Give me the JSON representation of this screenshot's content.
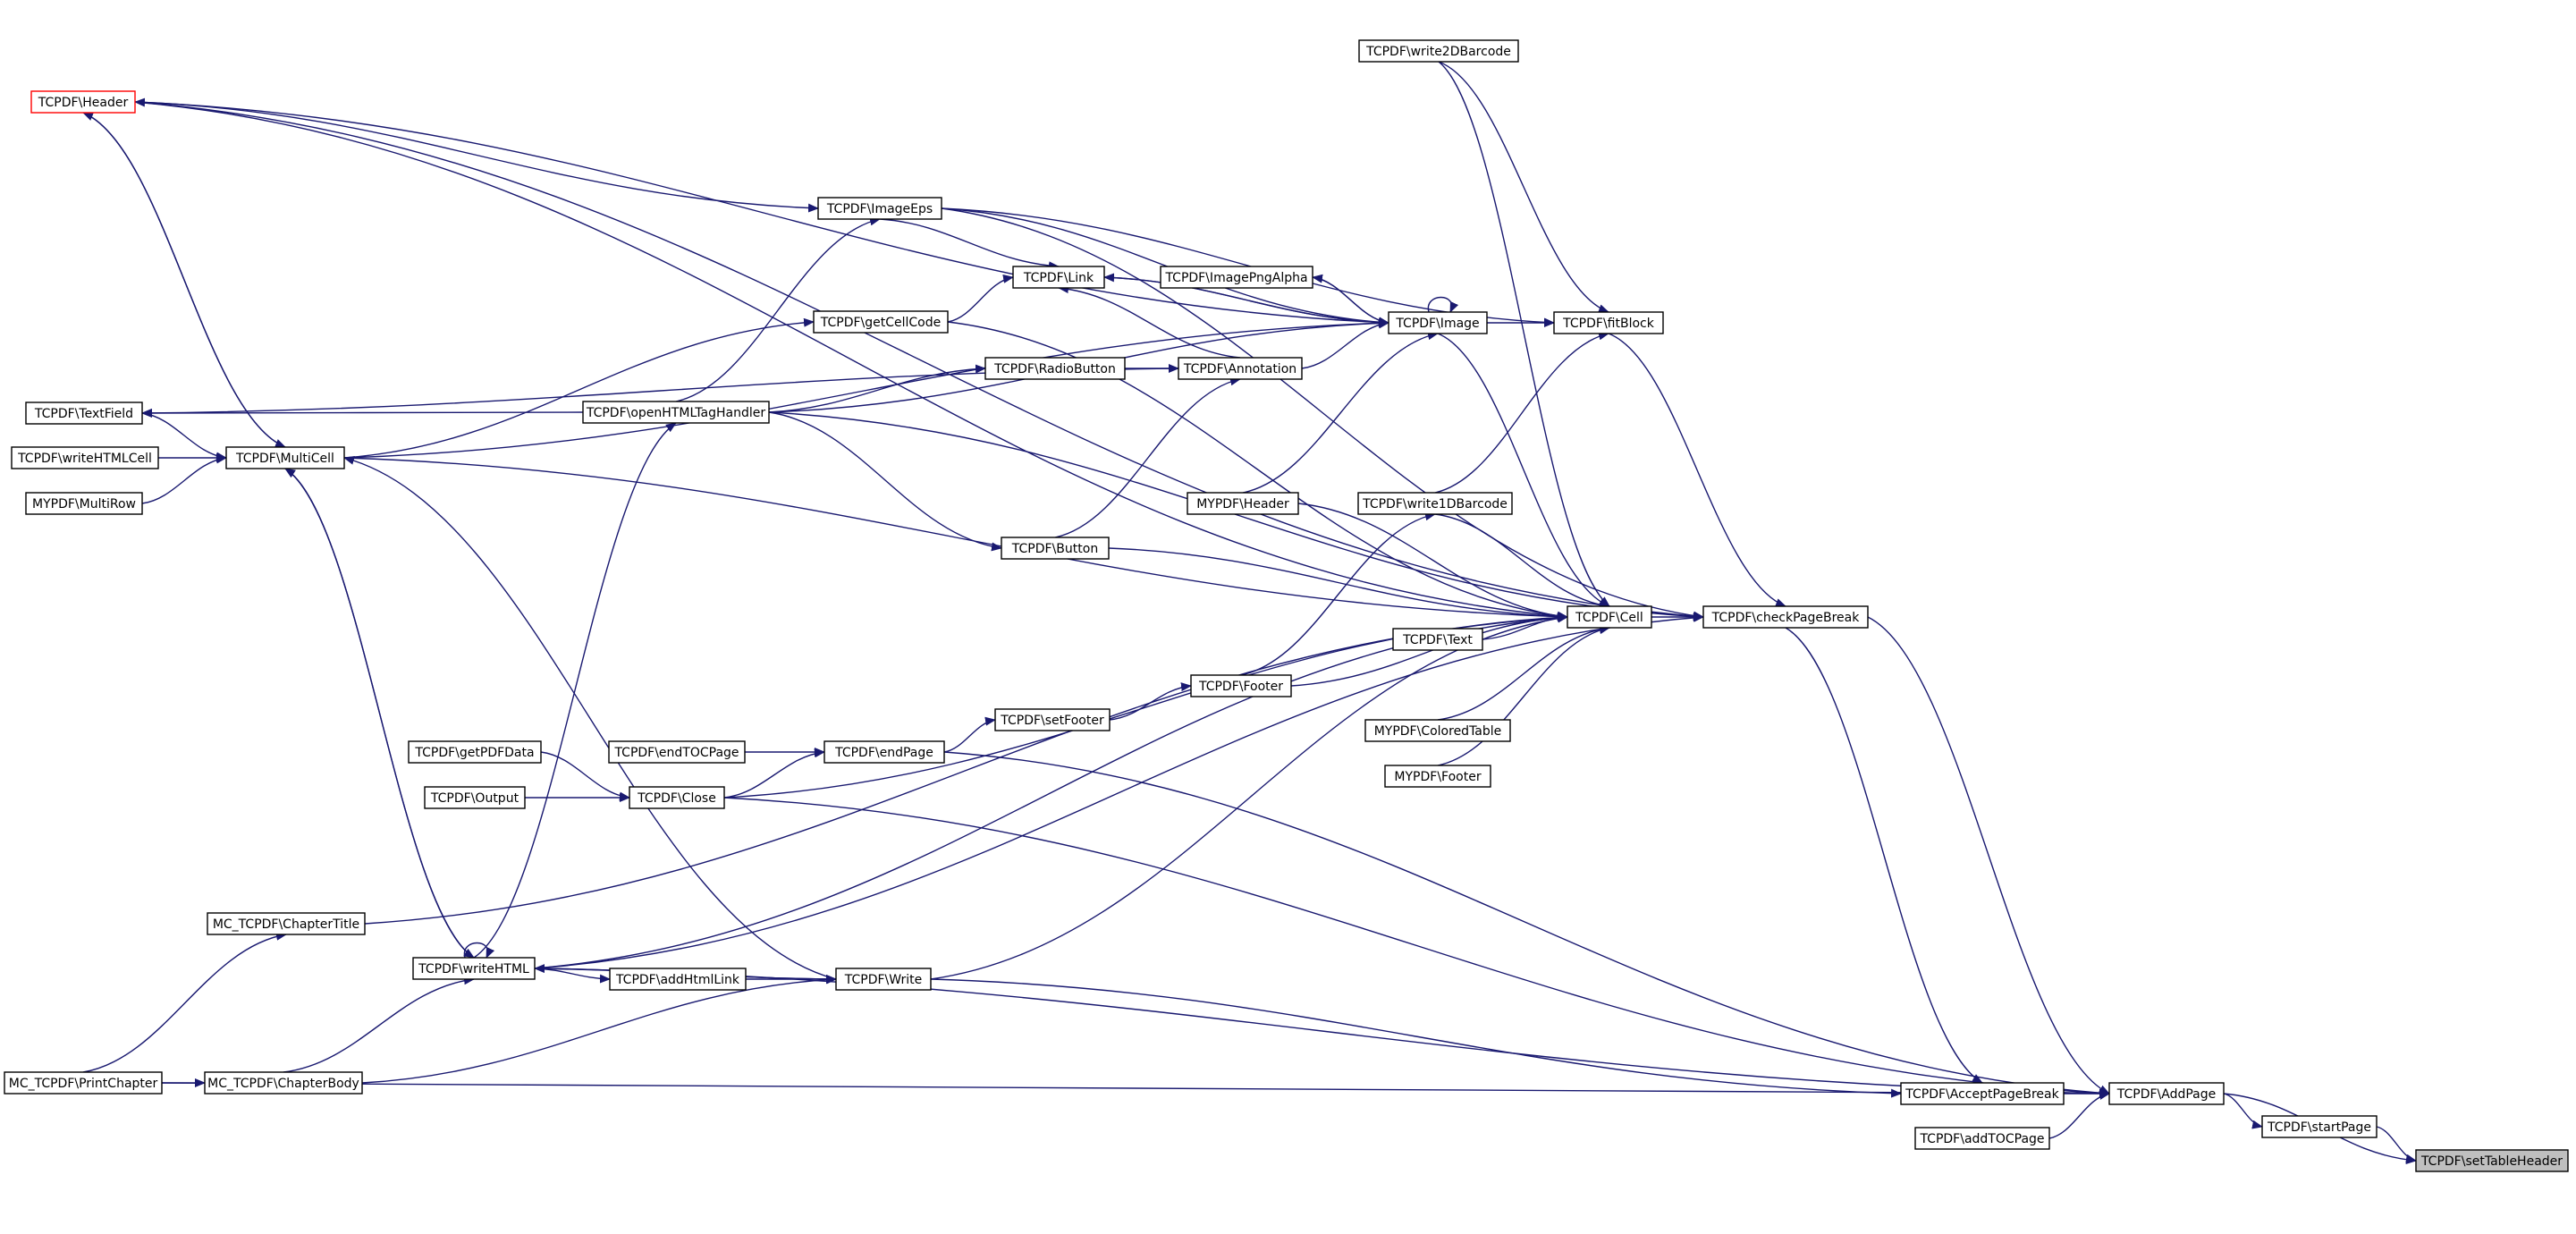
{
  "title": "",
  "colors": {
    "edge": "#191970",
    "node_border": "#000000",
    "highlight_border": "#ff0000",
    "root_fill": "#bfbfbf",
    "background": "#ffffff"
  },
  "nodes": [
    {
      "id": "header",
      "label": "TCPDF\\Header",
      "style": "red"
    },
    {
      "id": "write2d",
      "label": "TCPDF\\write2DBarcode"
    },
    {
      "id": "imageeps",
      "label": "TCPDF\\ImageEps"
    },
    {
      "id": "link",
      "label": "TCPDF\\Link"
    },
    {
      "id": "pngalpha",
      "label": "TCPDF\\ImagePngAlpha"
    },
    {
      "id": "image",
      "label": "TCPDF\\Image"
    },
    {
      "id": "fitblock",
      "label": "TCPDF\\fitBlock"
    },
    {
      "id": "getcellcode",
      "label": "TCPDF\\getCellCode"
    },
    {
      "id": "radio",
      "label": "TCPDF\\RadioButton"
    },
    {
      "id": "annotation",
      "label": "TCPDF\\Annotation"
    },
    {
      "id": "textfield",
      "label": "TCPDF\\TextField"
    },
    {
      "id": "openhtml",
      "label": "TCPDF\\openHTMLTagHandler"
    },
    {
      "id": "writehtmlcell",
      "label": "TCPDF\\writeHTMLCell"
    },
    {
      "id": "multicell",
      "label": "TCPDF\\MultiCell"
    },
    {
      "id": "multirow",
      "label": "MYPDF\\MultiRow"
    },
    {
      "id": "myheader",
      "label": "MYPDF\\Header"
    },
    {
      "id": "write1d",
      "label": "TCPDF\\write1DBarcode"
    },
    {
      "id": "button",
      "label": "TCPDF\\Button"
    },
    {
      "id": "cell",
      "label": "TCPDF\\Cell"
    },
    {
      "id": "checkpb",
      "label": "TCPDF\\checkPageBreak"
    },
    {
      "id": "text",
      "label": "TCPDF\\Text"
    },
    {
      "id": "footer",
      "label": "TCPDF\\Footer"
    },
    {
      "id": "setfooter",
      "label": "TCPDF\\setFooter"
    },
    {
      "id": "coloredtable",
      "label": "MYPDF\\ColoredTable"
    },
    {
      "id": "getpdfdata",
      "label": "TCPDF\\getPDFData"
    },
    {
      "id": "endtoc",
      "label": "TCPDF\\endTOCPage"
    },
    {
      "id": "endpage",
      "label": "TCPDF\\endPage"
    },
    {
      "id": "myfooter",
      "label": "MYPDF\\Footer"
    },
    {
      "id": "output",
      "label": "TCPDF\\Output"
    },
    {
      "id": "close",
      "label": "TCPDF\\Close"
    },
    {
      "id": "chaptertitle",
      "label": "MC_TCPDF\\ChapterTitle"
    },
    {
      "id": "writehtml",
      "label": "TCPDF\\writeHTML"
    },
    {
      "id": "addhtmllink",
      "label": "TCPDF\\addHtmlLink"
    },
    {
      "id": "write",
      "label": "TCPDF\\Write"
    },
    {
      "id": "printchapter",
      "label": "MC_TCPDF\\PrintChapter"
    },
    {
      "id": "chapterbody",
      "label": "MC_TCPDF\\ChapterBody"
    },
    {
      "id": "acceptpb",
      "label": "TCPDF\\AcceptPageBreak"
    },
    {
      "id": "addpage",
      "label": "TCPDF\\AddPage"
    },
    {
      "id": "addtoc",
      "label": "TCPDF\\addTOCPage"
    },
    {
      "id": "startpage",
      "label": "TCPDF\\startPage"
    },
    {
      "id": "settableheader",
      "label": "TCPDF\\setTableHeader",
      "style": "root"
    }
  ],
  "edges": [
    [
      "startpage",
      "settableheader"
    ],
    [
      "addpage",
      "startpage"
    ],
    [
      "addpage",
      "settableheader"
    ],
    [
      "acceptpb",
      "addpage"
    ],
    [
      "addtoc",
      "addpage"
    ],
    [
      "checkpb",
      "addpage"
    ],
    [
      "checkpb",
      "acceptpb"
    ],
    [
      "cell",
      "checkpb"
    ],
    [
      "openhtml",
      "checkpb"
    ],
    [
      "imageeps",
      "checkpb"
    ],
    [
      "header",
      "checkpb"
    ],
    [
      "fitblock",
      "checkpb"
    ],
    [
      "writehtml",
      "checkpb"
    ],
    [
      "close",
      "addpage"
    ],
    [
      "endpage",
      "addpage"
    ],
    [
      "writehtml",
      "addpage"
    ],
    [
      "printchapter",
      "addpage"
    ],
    [
      "write",
      "acceptpb"
    ],
    [
      "image",
      "fitblock"
    ],
    [
      "write2d",
      "fitblock"
    ],
    [
      "imageeps",
      "fitblock"
    ],
    [
      "write1d",
      "fitblock"
    ],
    [
      "image",
      "cell"
    ],
    [
      "image",
      "image"
    ],
    [
      "image",
      "pngalpha"
    ],
    [
      "image",
      "link"
    ],
    [
      "image",
      "header"
    ],
    [
      "write2d",
      "cell"
    ],
    [
      "header",
      "cell"
    ],
    [
      "myheader",
      "cell"
    ],
    [
      "write1d",
      "cell"
    ],
    [
      "button",
      "cell"
    ],
    [
      "text",
      "cell"
    ],
    [
      "footer",
      "cell"
    ],
    [
      "coloredtable",
      "cell"
    ],
    [
      "myfooter",
      "cell"
    ],
    [
      "close",
      "cell"
    ],
    [
      "chaptertitle",
      "cell"
    ],
    [
      "write",
      "cell"
    ],
    [
      "writehtml",
      "cell"
    ],
    [
      "getcellcode",
      "cell"
    ],
    [
      "multicell",
      "cell"
    ],
    [
      "imageeps",
      "image"
    ],
    [
      "annotation",
      "image"
    ],
    [
      "openhtml",
      "image"
    ],
    [
      "myheader",
      "image"
    ],
    [
      "multicell",
      "image"
    ],
    [
      "pngalpha",
      "image"
    ],
    [
      "link",
      "image"
    ],
    [
      "annotation",
      "link"
    ],
    [
      "annotation",
      "textfield"
    ],
    [
      "imageeps",
      "link"
    ],
    [
      "radio",
      "annotation"
    ],
    [
      "button",
      "annotation"
    ],
    [
      "getcellcode",
      "link"
    ],
    [
      "openhtml",
      "imageeps"
    ],
    [
      "header",
      "imageeps"
    ],
    [
      "openhtml",
      "radio"
    ],
    [
      "openhtml",
      "button"
    ],
    [
      "openhtml",
      "textfield"
    ],
    [
      "multicell",
      "getcellcode"
    ],
    [
      "multicell",
      "header"
    ],
    [
      "header",
      "multicell"
    ],
    [
      "textfield",
      "multicell"
    ],
    [
      "writehtmlcell",
      "multicell"
    ],
    [
      "multirow",
      "multicell"
    ],
    [
      "writehtml",
      "multicell"
    ],
    [
      "multicell",
      "writehtml"
    ],
    [
      "write",
      "multicell"
    ],
    [
      "writehtml",
      "openhtml"
    ],
    [
      "footer",
      "write1d"
    ],
    [
      "setfooter",
      "footer"
    ],
    [
      "endpage",
      "setfooter"
    ],
    [
      "endtoc",
      "endpage"
    ],
    [
      "close",
      "endpage"
    ],
    [
      "getpdfdata",
      "close"
    ],
    [
      "output",
      "close"
    ],
    [
      "writehtml",
      "writehtml"
    ],
    [
      "writehtml",
      "addhtmllink"
    ],
    [
      "addhtmllink",
      "write"
    ],
    [
      "writehtml",
      "write"
    ],
    [
      "write",
      "writehtml"
    ],
    [
      "chapterbody",
      "writehtml"
    ],
    [
      "chapterbody",
      "write"
    ],
    [
      "printchapter",
      "chapterbody"
    ],
    [
      "printchapter",
      "chaptertitle"
    ]
  ]
}
